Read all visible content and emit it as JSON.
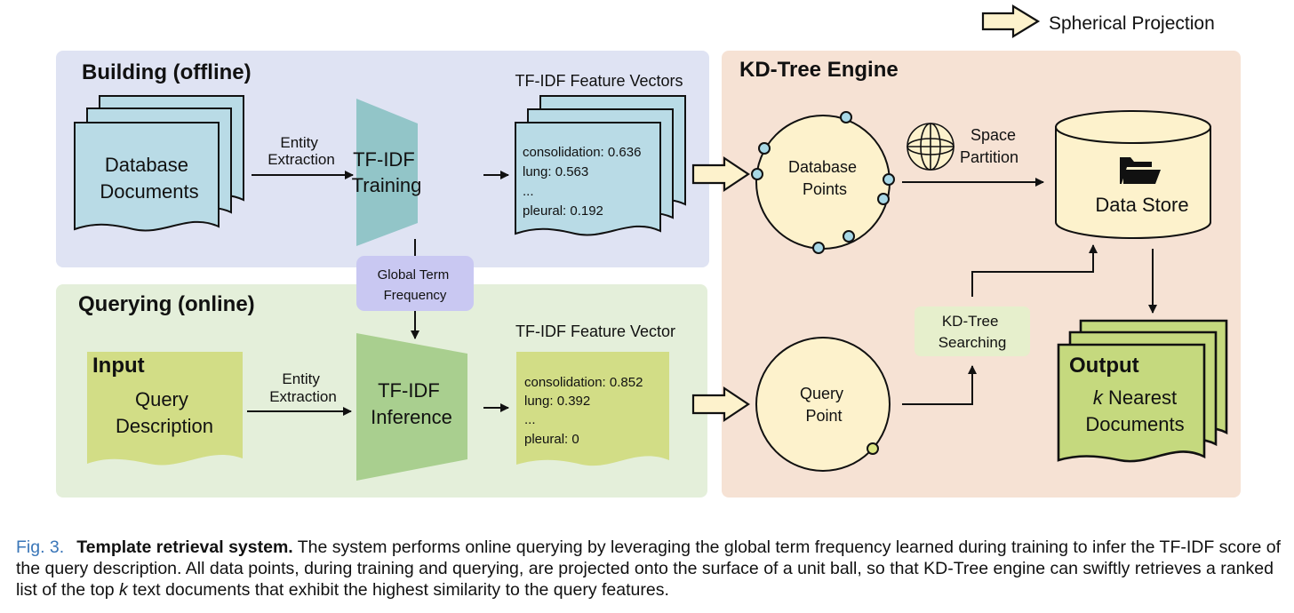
{
  "legend": {
    "label": "Spherical Projection"
  },
  "building": {
    "title": "Building (offline)",
    "database_documents": [
      "Database",
      "Documents"
    ],
    "entity_extraction": [
      "Entity",
      "Extraction"
    ],
    "tfidf_training": [
      "TF-IDF",
      "Training"
    ],
    "feature_vectors_title": "TF-IDF Feature Vectors",
    "feature_lines": [
      "consolidation: 0.636",
      "lung: 0.563",
      "...",
      "pleural: 0.192"
    ]
  },
  "global_term_frequency": [
    "Global Term",
    "Frequency"
  ],
  "querying": {
    "title": "Querying (online)",
    "input_label": "Input",
    "query_description": [
      "Query",
      "Description"
    ],
    "entity_extraction": [
      "Entity",
      "Extraction"
    ],
    "tfidf_inference": [
      "TF-IDF",
      "Inference"
    ],
    "feature_vector_title": "TF-IDF Feature Vector",
    "feature_lines": [
      "consolidation: 0.852",
      "lung: 0.392",
      "...",
      "pleural: 0"
    ]
  },
  "kdtree": {
    "title": "KD-Tree Engine",
    "database_points": [
      "Database",
      "Points"
    ],
    "space_partition": [
      "Space",
      "Partition"
    ],
    "data_store": "Data Store",
    "kdtree_searching": [
      "KD-Tree",
      "Searching"
    ],
    "query_point": [
      "Query",
      "Point"
    ],
    "output_label": "Output",
    "k_nearest_k": "k",
    "k_nearest_rest": " Nearest",
    "documents": "Documents"
  },
  "caption": {
    "fig": "Fig. 3.",
    "bold": "Template retrieval system.",
    "text_before_k": " The system performs online querying by leveraging the global term frequency learned during training to infer the TF-IDF score of the query description. All data points, during training and querying, are projected onto the surface of a unit ball, so that KD-Tree engine can swiftly retrieves a ranked list of the top ",
    "k": "k",
    "text_after_k": " text documents that exhibit the highest similarity to the query features."
  },
  "colors": {
    "building_bg": "#dfe3f3",
    "querying_bg": "#e4efda",
    "kdtree_bg": "#f6e2d4",
    "blue_doc": "#b9dbe6",
    "green_doc": "#d2dd86",
    "trap_blue": "#92c5c8",
    "trap_green": "#a9cf8f",
    "point_circle": "#fdf2cc",
    "gtf_box": "#c9c8f2",
    "search_box": "#e6efcc",
    "output_doc": "#c5d97e",
    "arrow_fill": "#fdf2cc"
  }
}
